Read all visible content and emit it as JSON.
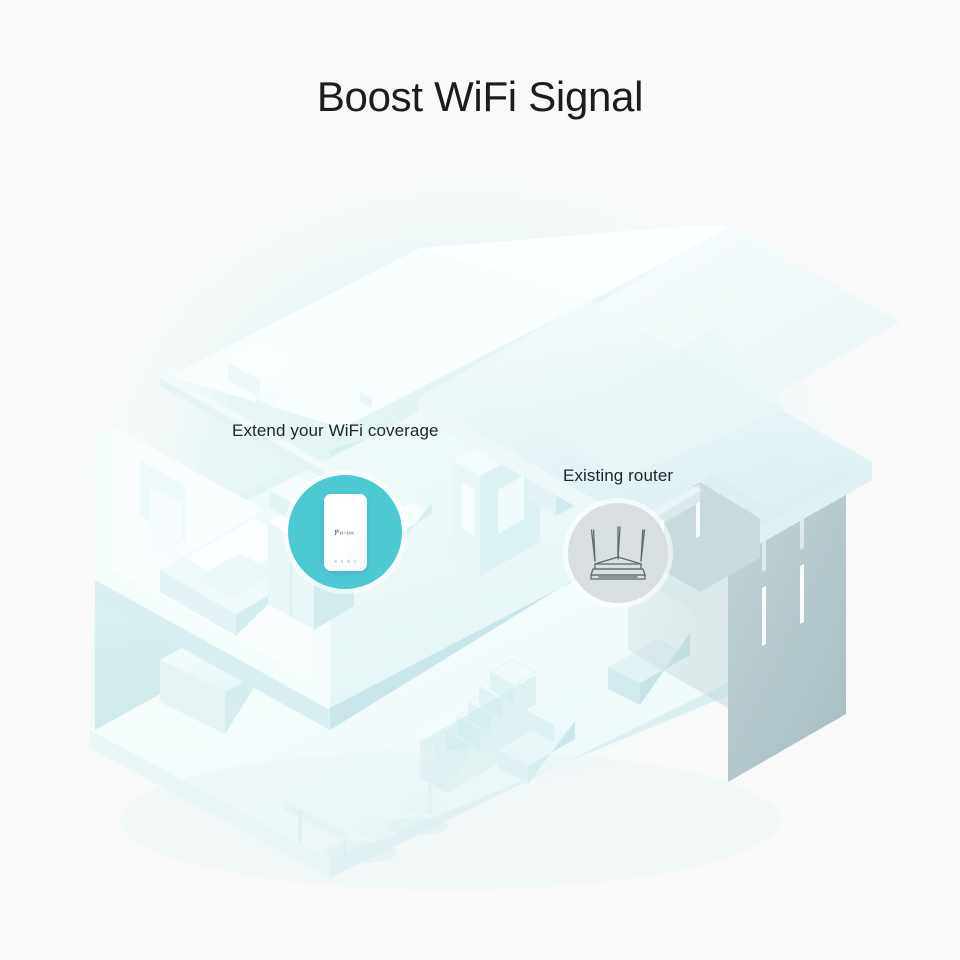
{
  "page": {
    "title": "Boost WiFi Signal",
    "background_color": "#f9f9f9",
    "title_color": "#1c1c1c"
  },
  "scene": {
    "name": "isometric-cutaway-house",
    "description": "Isometric cutaway illustration of a two-storey house with a soft teal radial glow behind it",
    "glow_color": "#e4f4f4",
    "house_colors": {
      "roof_light": "#f4fbfb",
      "roof_mid": "#e9f6f7",
      "wall_exterior": "#b7c8cc",
      "wall_interior": "#ddf2f3",
      "floor": "#f2fafa",
      "furniture": "#eaf6f7",
      "shadow": "#cfe6e8"
    }
  },
  "callouts": [
    {
      "id": "extender",
      "label": "Extend your WiFi coverage",
      "badge_color": "#4cc9d3",
      "icon": "wifi-range-extender-icon",
      "brand_logo": "tp-link-logo",
      "led_count": 4
    },
    {
      "id": "router",
      "label": "Existing router",
      "badge_color": "#d8dee1",
      "icon": "wireless-router-icon",
      "antenna_count": 3
    }
  ]
}
